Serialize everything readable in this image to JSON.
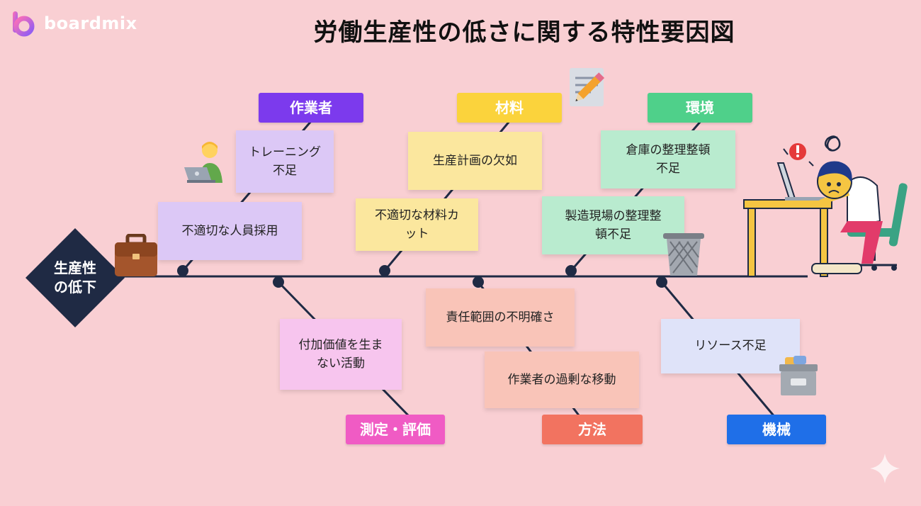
{
  "brand": {
    "name": "boardmix"
  },
  "title": "労働生産性の低さに関する特性要因図",
  "effect": {
    "label_line1": "生産性",
    "label_line2": "の低下"
  },
  "categories": [
    {
      "label": "作業者",
      "color": "#7c3aed"
    },
    {
      "label": "材料",
      "color": "#fbd33c"
    },
    {
      "label": "環境",
      "color": "#4fd08a"
    },
    {
      "label": "測定・評価",
      "color": "#f05bc4"
    },
    {
      "label": "方法",
      "color": "#f27360"
    },
    {
      "label": "機械",
      "color": "#1f6fe8"
    }
  ],
  "causes": {
    "worker_training": {
      "line1": "トレーニング",
      "line2": "不足"
    },
    "worker_hiring": {
      "line1": "不適切な人員採用"
    },
    "material_plan": {
      "line1": "生産計画の欠如"
    },
    "material_cut": {
      "line1": "不適切な材料カ",
      "line2": "ット"
    },
    "env_warehouse": {
      "line1": "倉庫の整理整頓",
      "line2": "不足"
    },
    "env_site": {
      "line1": "製造現場の整理整",
      "line2": "頓不足"
    },
    "measure_value": {
      "line1": "付加価値を生ま",
      "line2": "ない活動"
    },
    "method_responsibility": {
      "line1": "責任範囲の不明確さ"
    },
    "method_movement": {
      "line1": "作業者の過剰な移動"
    },
    "machine_resource": {
      "line1": "リソース不足"
    }
  },
  "icons": [
    "briefcase-icon",
    "worker-laptop-icon",
    "notepad-pencil-icon",
    "trash-can-icon",
    "stressed-worker-illustration",
    "storage-box-icon",
    "sparkle-icon"
  ]
}
